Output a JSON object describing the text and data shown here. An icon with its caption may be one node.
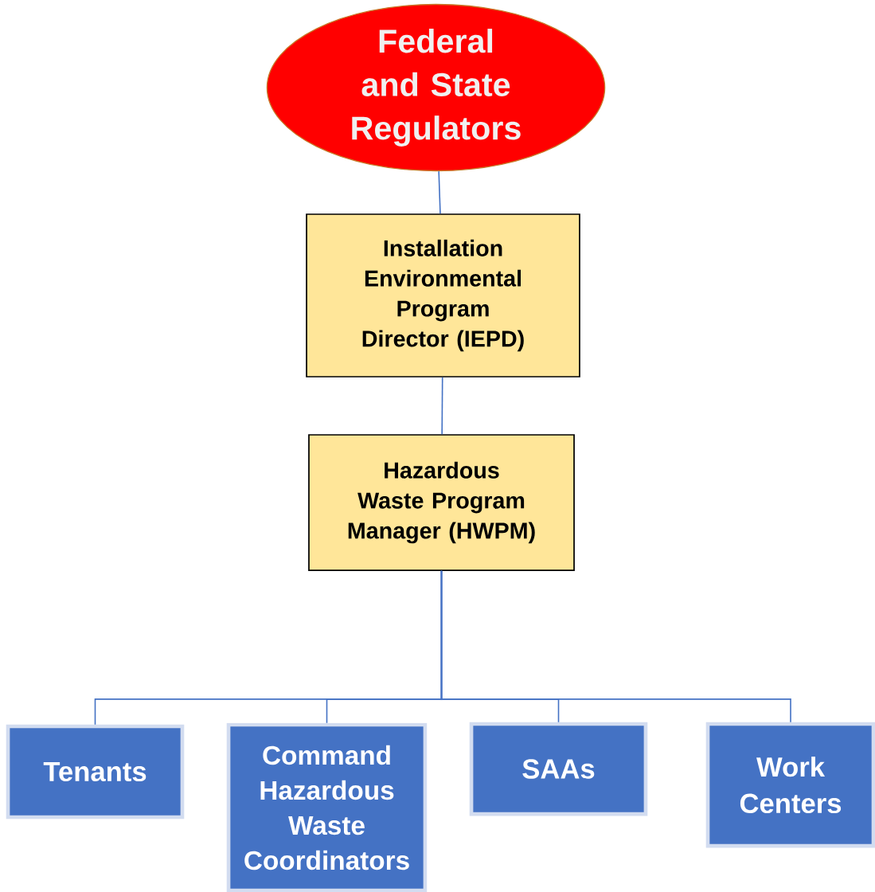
{
  "diagram": {
    "nodes": [
      {
        "text": [
          "Federal and State Regulators"
        ]
      },
      {
        "text": [
          "Installation Environmental Program Director (IEPD)"
        ]
      },
      {
        "text": [
          "Hazardous Waste Program Manager (HWPM)"
        ]
      },
      {
        "text": [
          "Tenants"
        ]
      },
      {
        "text": [
          "Command Hazardous Waste Coordinators"
        ]
      },
      {
        "text": [
          "SAAs"
        ]
      },
      {
        "text": [
          "Work Centers"
        ]
      }
    ],
    "edges": [
      {
        "from": 0,
        "to": 1,
        "arrow": "none"
      },
      {
        "from": 1,
        "to": 2,
        "arrow": "none"
      },
      {
        "from": 2,
        "to": 3,
        "arrow": "none"
      },
      {
        "from": 2,
        "to": 4,
        "arrow": "none"
      },
      {
        "from": 2,
        "to": 5,
        "arrow": "none"
      },
      {
        "from": 2,
        "to": 6,
        "arrow": "none"
      }
    ]
  }
}
